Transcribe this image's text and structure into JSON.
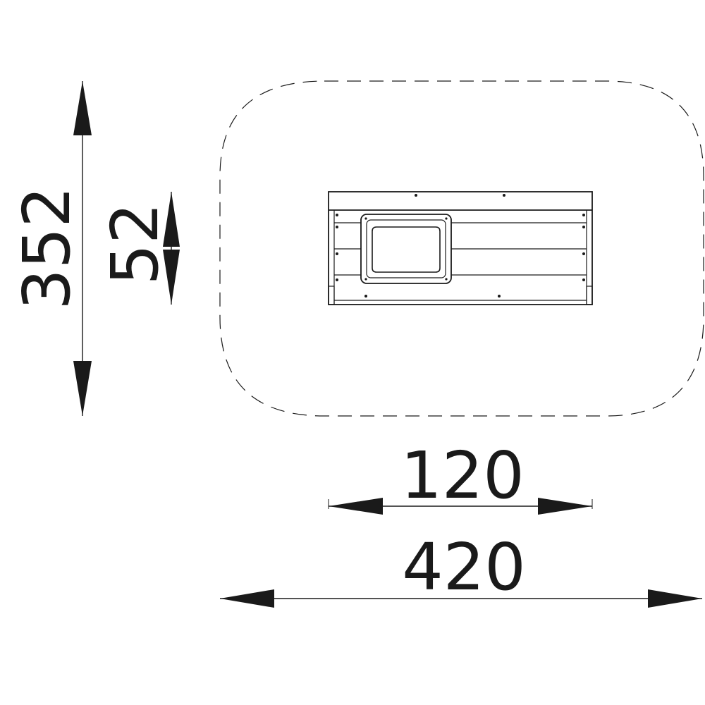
{
  "dimensions": {
    "total_width": "420",
    "product_width": "120",
    "total_depth": "352",
    "product_depth": "52"
  },
  "colors": {
    "line": "#1a1a1a",
    "background": "#ffffff"
  }
}
